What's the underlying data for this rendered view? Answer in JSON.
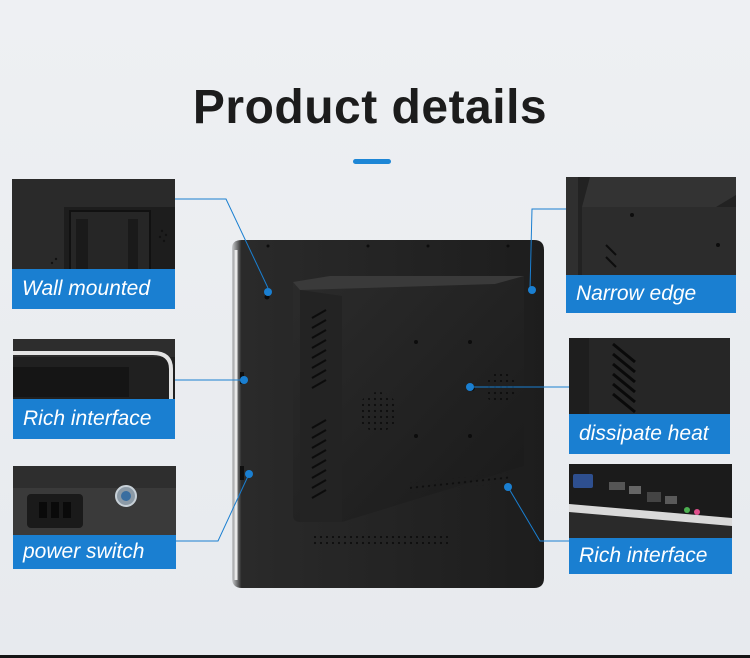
{
  "page": {
    "title": "Product details"
  },
  "callouts": {
    "wall_mounted": "Wall mounted",
    "rich_interface_left": "Rich interface",
    "power_switch": "power switch",
    "narrow_edge": "Narrow edge",
    "dissipate_heat": "dissipate heat",
    "rich_interface_right": "Rich interface"
  },
  "colors": {
    "accent": "#1a7fd1",
    "title": "#1c1c1c",
    "background": "#eef0f3",
    "device": "#1b1b1b"
  }
}
